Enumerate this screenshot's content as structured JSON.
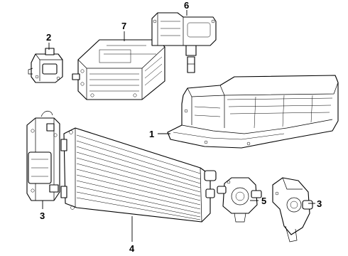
{
  "diagram": {
    "parts": [
      {
        "id": "1",
        "label": "1",
        "name": "battery-tray"
      },
      {
        "id": "2",
        "label": "2",
        "name": "control-module"
      },
      {
        "id": "3",
        "label": "3",
        "name": "coolant-pump"
      },
      {
        "id": "4",
        "label": "4",
        "name": "radiator"
      },
      {
        "id": "5",
        "label": "5",
        "name": "water-pump"
      },
      {
        "id": "6",
        "label": "6",
        "name": "heater-assembly"
      },
      {
        "id": "7",
        "label": "7",
        "name": "inverter-module"
      }
    ],
    "callouts": {
      "c1": "1",
      "c2": "2",
      "c3a": "3",
      "c3b": "3",
      "c4": "4",
      "c5": "5",
      "c6": "6",
      "c7": "7"
    }
  }
}
